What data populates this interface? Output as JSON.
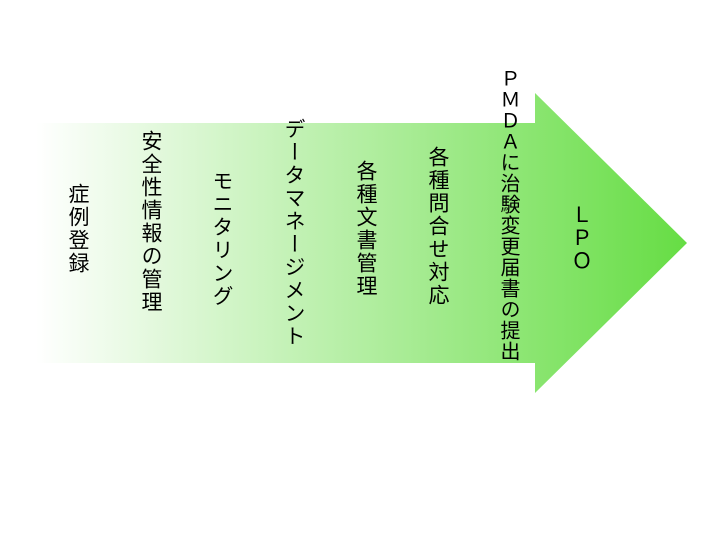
{
  "diagram": {
    "colors": {
      "arrow_start": "#ffffff",
      "arrow_end": "#66dd44"
    },
    "labels": [
      "症例登録",
      "安全性情報の管理",
      "モニタリング",
      "データマネージメント",
      "各種文書管理",
      "各種問合せ対応",
      "ＰＭＤＡに治験変更届書の提出",
      "ＬＰＯ"
    ]
  }
}
